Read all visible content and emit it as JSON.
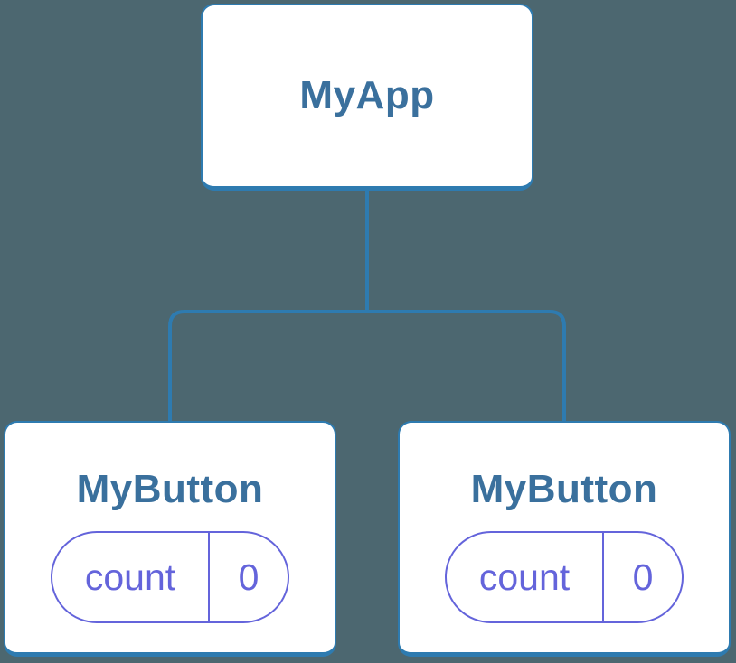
{
  "diagram": {
    "kind": "component-tree",
    "colors": {
      "background": "#4C6770",
      "node_fill": "#FFFFFF",
      "node_border": "#2E7BB0",
      "connector": "#2E7BB0",
      "node_title_text": "#3A709D",
      "state_pill": "#6464DB"
    },
    "tree": {
      "root": {
        "label": "MyApp"
      },
      "children": [
        {
          "label": "MyButton",
          "state": {
            "key": "count",
            "value": "0"
          }
        },
        {
          "label": "MyButton",
          "state": {
            "key": "count",
            "value": "0"
          }
        }
      ]
    }
  }
}
